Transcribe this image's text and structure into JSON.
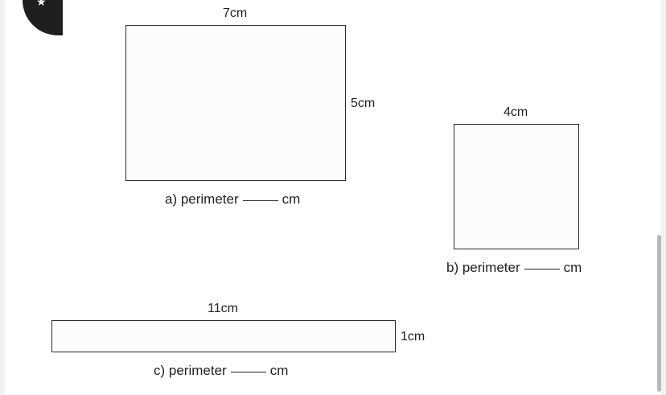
{
  "badge": {
    "icon": "star-icon",
    "glyph": "★"
  },
  "shapes": {
    "a": {
      "top_label": "7cm",
      "side_label": "5cm",
      "question_prefix": "a) perimeter",
      "unit": "cm"
    },
    "b": {
      "top_label": "4cm",
      "question_prefix": "b) perimeter",
      "unit": "cm"
    },
    "c": {
      "top_label": "11cm",
      "side_label": "1cm",
      "question_prefix": "c) perimeter",
      "unit": "cm"
    }
  },
  "colors": {
    "badge": "#1f1f22",
    "outline": "#2a2a2a"
  }
}
